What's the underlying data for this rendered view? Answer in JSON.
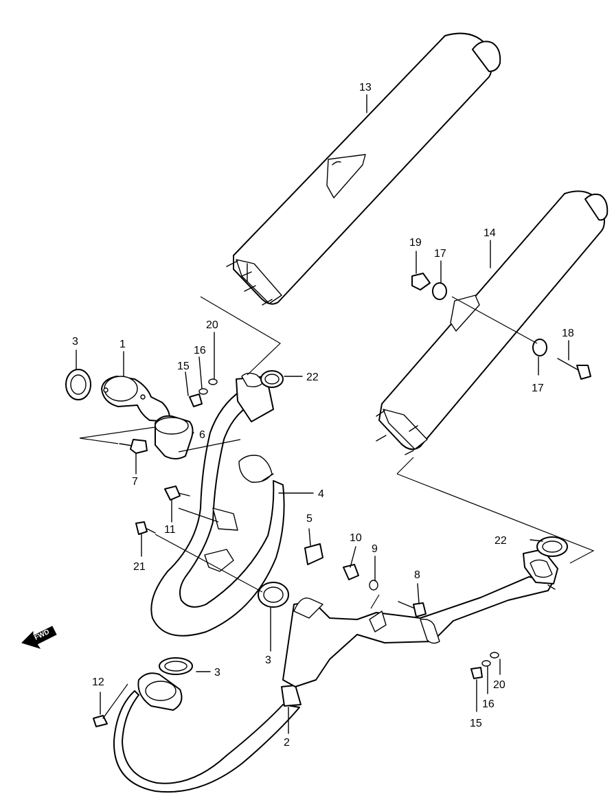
{
  "fwd_label": "FWD",
  "callouts": [
    {
      "id": "c1",
      "text": "1"
    },
    {
      "id": "c2",
      "text": "2"
    },
    {
      "id": "c3a",
      "text": "3"
    },
    {
      "id": "c3b",
      "text": "3"
    },
    {
      "id": "c3c",
      "text": "3"
    },
    {
      "id": "c4",
      "text": "4"
    },
    {
      "id": "c5",
      "text": "5"
    },
    {
      "id": "c6",
      "text": "6"
    },
    {
      "id": "c7",
      "text": "7"
    },
    {
      "id": "c8",
      "text": "8"
    },
    {
      "id": "c9",
      "text": "9"
    },
    {
      "id": "c10",
      "text": "10"
    },
    {
      "id": "c11",
      "text": "11"
    },
    {
      "id": "c12",
      "text": "12"
    },
    {
      "id": "c13",
      "text": "13"
    },
    {
      "id": "c14",
      "text": "14"
    },
    {
      "id": "c15a",
      "text": "15"
    },
    {
      "id": "c15b",
      "text": "15"
    },
    {
      "id": "c16a",
      "text": "16"
    },
    {
      "id": "c16b",
      "text": "16"
    },
    {
      "id": "c17a",
      "text": "17"
    },
    {
      "id": "c17b",
      "text": "17"
    },
    {
      "id": "c18",
      "text": "18"
    },
    {
      "id": "c19",
      "text": "19"
    },
    {
      "id": "c20a",
      "text": "20"
    },
    {
      "id": "c20b",
      "text": "20"
    },
    {
      "id": "c21",
      "text": "21"
    },
    {
      "id": "c22a",
      "text": "22"
    },
    {
      "id": "c22b",
      "text": "22"
    }
  ]
}
